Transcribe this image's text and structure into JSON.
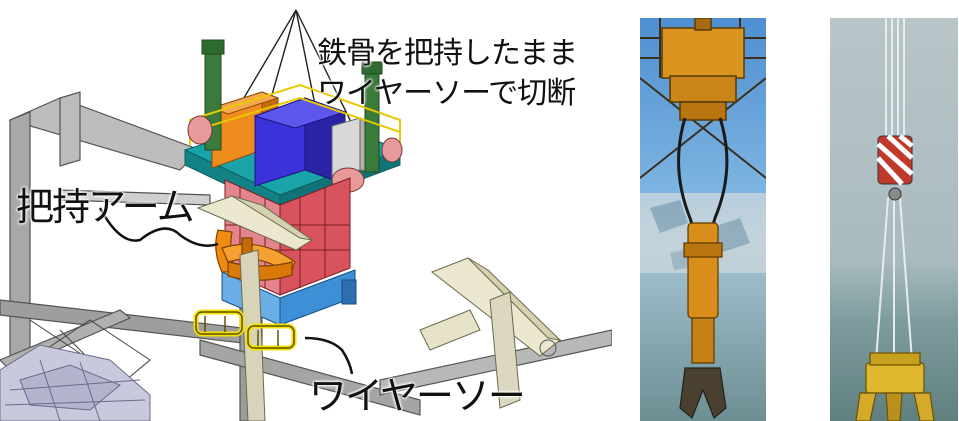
{
  "annotations": {
    "cut_line1": "鉄骨を把持したまま",
    "cut_line2": "ワイヤーソーで切断",
    "grip_arm": "把持アーム",
    "wire_saw": "ワイヤーソー"
  },
  "colors": {
    "platform_teal": "#1aa3a8",
    "tower_red": "#d9535f",
    "tower_blue": "#3d8fd6",
    "box_blue": "#3b33d9",
    "box_orange": "#f08c1e",
    "grip_orange": "#ef8b12",
    "saw_yellow": "#f5e000",
    "steel_gray": "#9a9a9a",
    "sky_blue": "#6aa6d8",
    "sea": "#6f8f91"
  }
}
